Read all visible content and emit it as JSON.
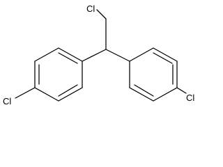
{
  "molecule": {
    "atoms": {
      "chlorine_top": "Cl",
      "chlorine_left": "Cl",
      "chlorine_right": "Cl"
    }
  },
  "colors": {
    "bond": "#000000",
    "label": "#000000",
    "background": "#ffffff"
  }
}
